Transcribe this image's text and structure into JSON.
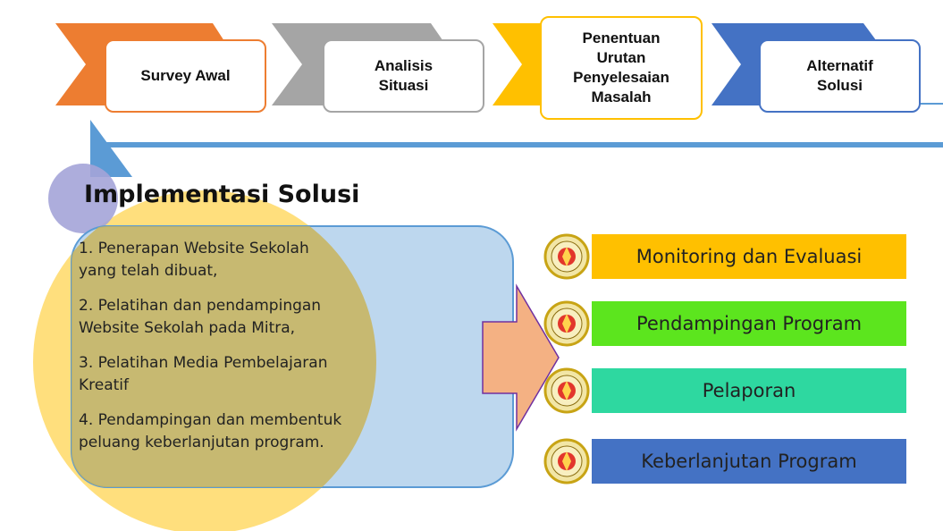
{
  "colors": {
    "orange": "#ED7D31",
    "gray": "#A5A5A5",
    "gold": "#FFC000",
    "blue": "#4472C4",
    "line_blue": "#5B9BD5",
    "panel_blue": "#BDD7EE",
    "yellow_circle": "#FFD966",
    "olive_panel": "#C9B45A",
    "salmon_arrow": "#F4B183",
    "arrow_border": "#7030A0",
    "green": "#5CE51E",
    "teal": "#2ED8A0",
    "dark_blue": "#4472C4"
  },
  "top_steps": [
    {
      "label": "Survey Awal"
    },
    {
      "label": "Analisis\nSituasi"
    },
    {
      "label": "Penentuan\nUrutan\nPenyelesaian\nMasalah"
    },
    {
      "label": "Alternatif\nSolusi"
    }
  ],
  "implementation": {
    "title": "Implementasi Solusi",
    "items": [
      {
        "text": "1. Penerapan Website Sekolah\n    yang telah dibuat,"
      },
      {
        "text": "2. Pelatihan dan pendampingan\n    Website Sekolah pada Mitra,"
      },
      {
        "text": "3.  Pelatihan Media Pembelajaran\n     Kreatif"
      },
      {
        "text": "4. Pendampingan dan membentuk\n    peluang keberlanjutan program."
      }
    ]
  },
  "outputs": [
    {
      "label": "Monitoring dan Evaluasi",
      "color": "#FFC000"
    },
    {
      "label": "Pendampingan Program",
      "color": "#5CE51E"
    },
    {
      "label": "Pelaporan",
      "color": "#2ED8A0"
    },
    {
      "label": "Keberlanjutan Program",
      "color": "#4472C4"
    }
  ],
  "seal_icon": "university-seal-icon"
}
